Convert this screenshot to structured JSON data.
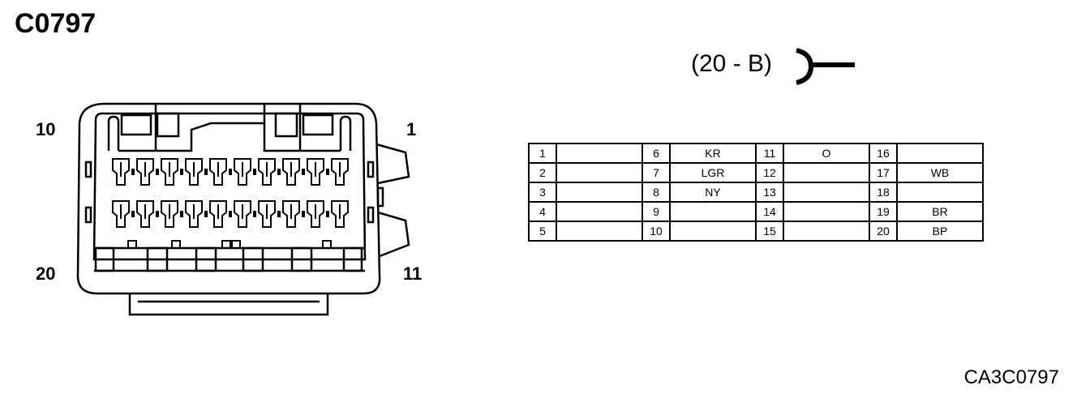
{
  "title": "C0797",
  "connector_code": "(20 - B)",
  "pin_labels": {
    "top_left": "10",
    "top_right": "1",
    "bottom_left": "20",
    "bottom_right": "11"
  },
  "footer": "CA3C0797",
  "pin_table": {
    "rows": [
      [
        {
          "pin": "1",
          "color": ""
        },
        {
          "pin": "6",
          "color": "KR"
        },
        {
          "pin": "11",
          "color": "O"
        },
        {
          "pin": "16",
          "color": ""
        }
      ],
      [
        {
          "pin": "2",
          "color": ""
        },
        {
          "pin": "7",
          "color": "LGR"
        },
        {
          "pin": "12",
          "color": ""
        },
        {
          "pin": "17",
          "color": "WB"
        }
      ],
      [
        {
          "pin": "3",
          "color": ""
        },
        {
          "pin": "8",
          "color": "NY"
        },
        {
          "pin": "13",
          "color": ""
        },
        {
          "pin": "18",
          "color": ""
        }
      ],
      [
        {
          "pin": "4",
          "color": ""
        },
        {
          "pin": "9",
          "color": ""
        },
        {
          "pin": "14",
          "color": ""
        },
        {
          "pin": "19",
          "color": "BR"
        }
      ],
      [
        {
          "pin": "5",
          "color": ""
        },
        {
          "pin": "10",
          "color": ""
        },
        {
          "pin": "15",
          "color": ""
        },
        {
          "pin": "20",
          "color": "BP"
        }
      ]
    ]
  }
}
